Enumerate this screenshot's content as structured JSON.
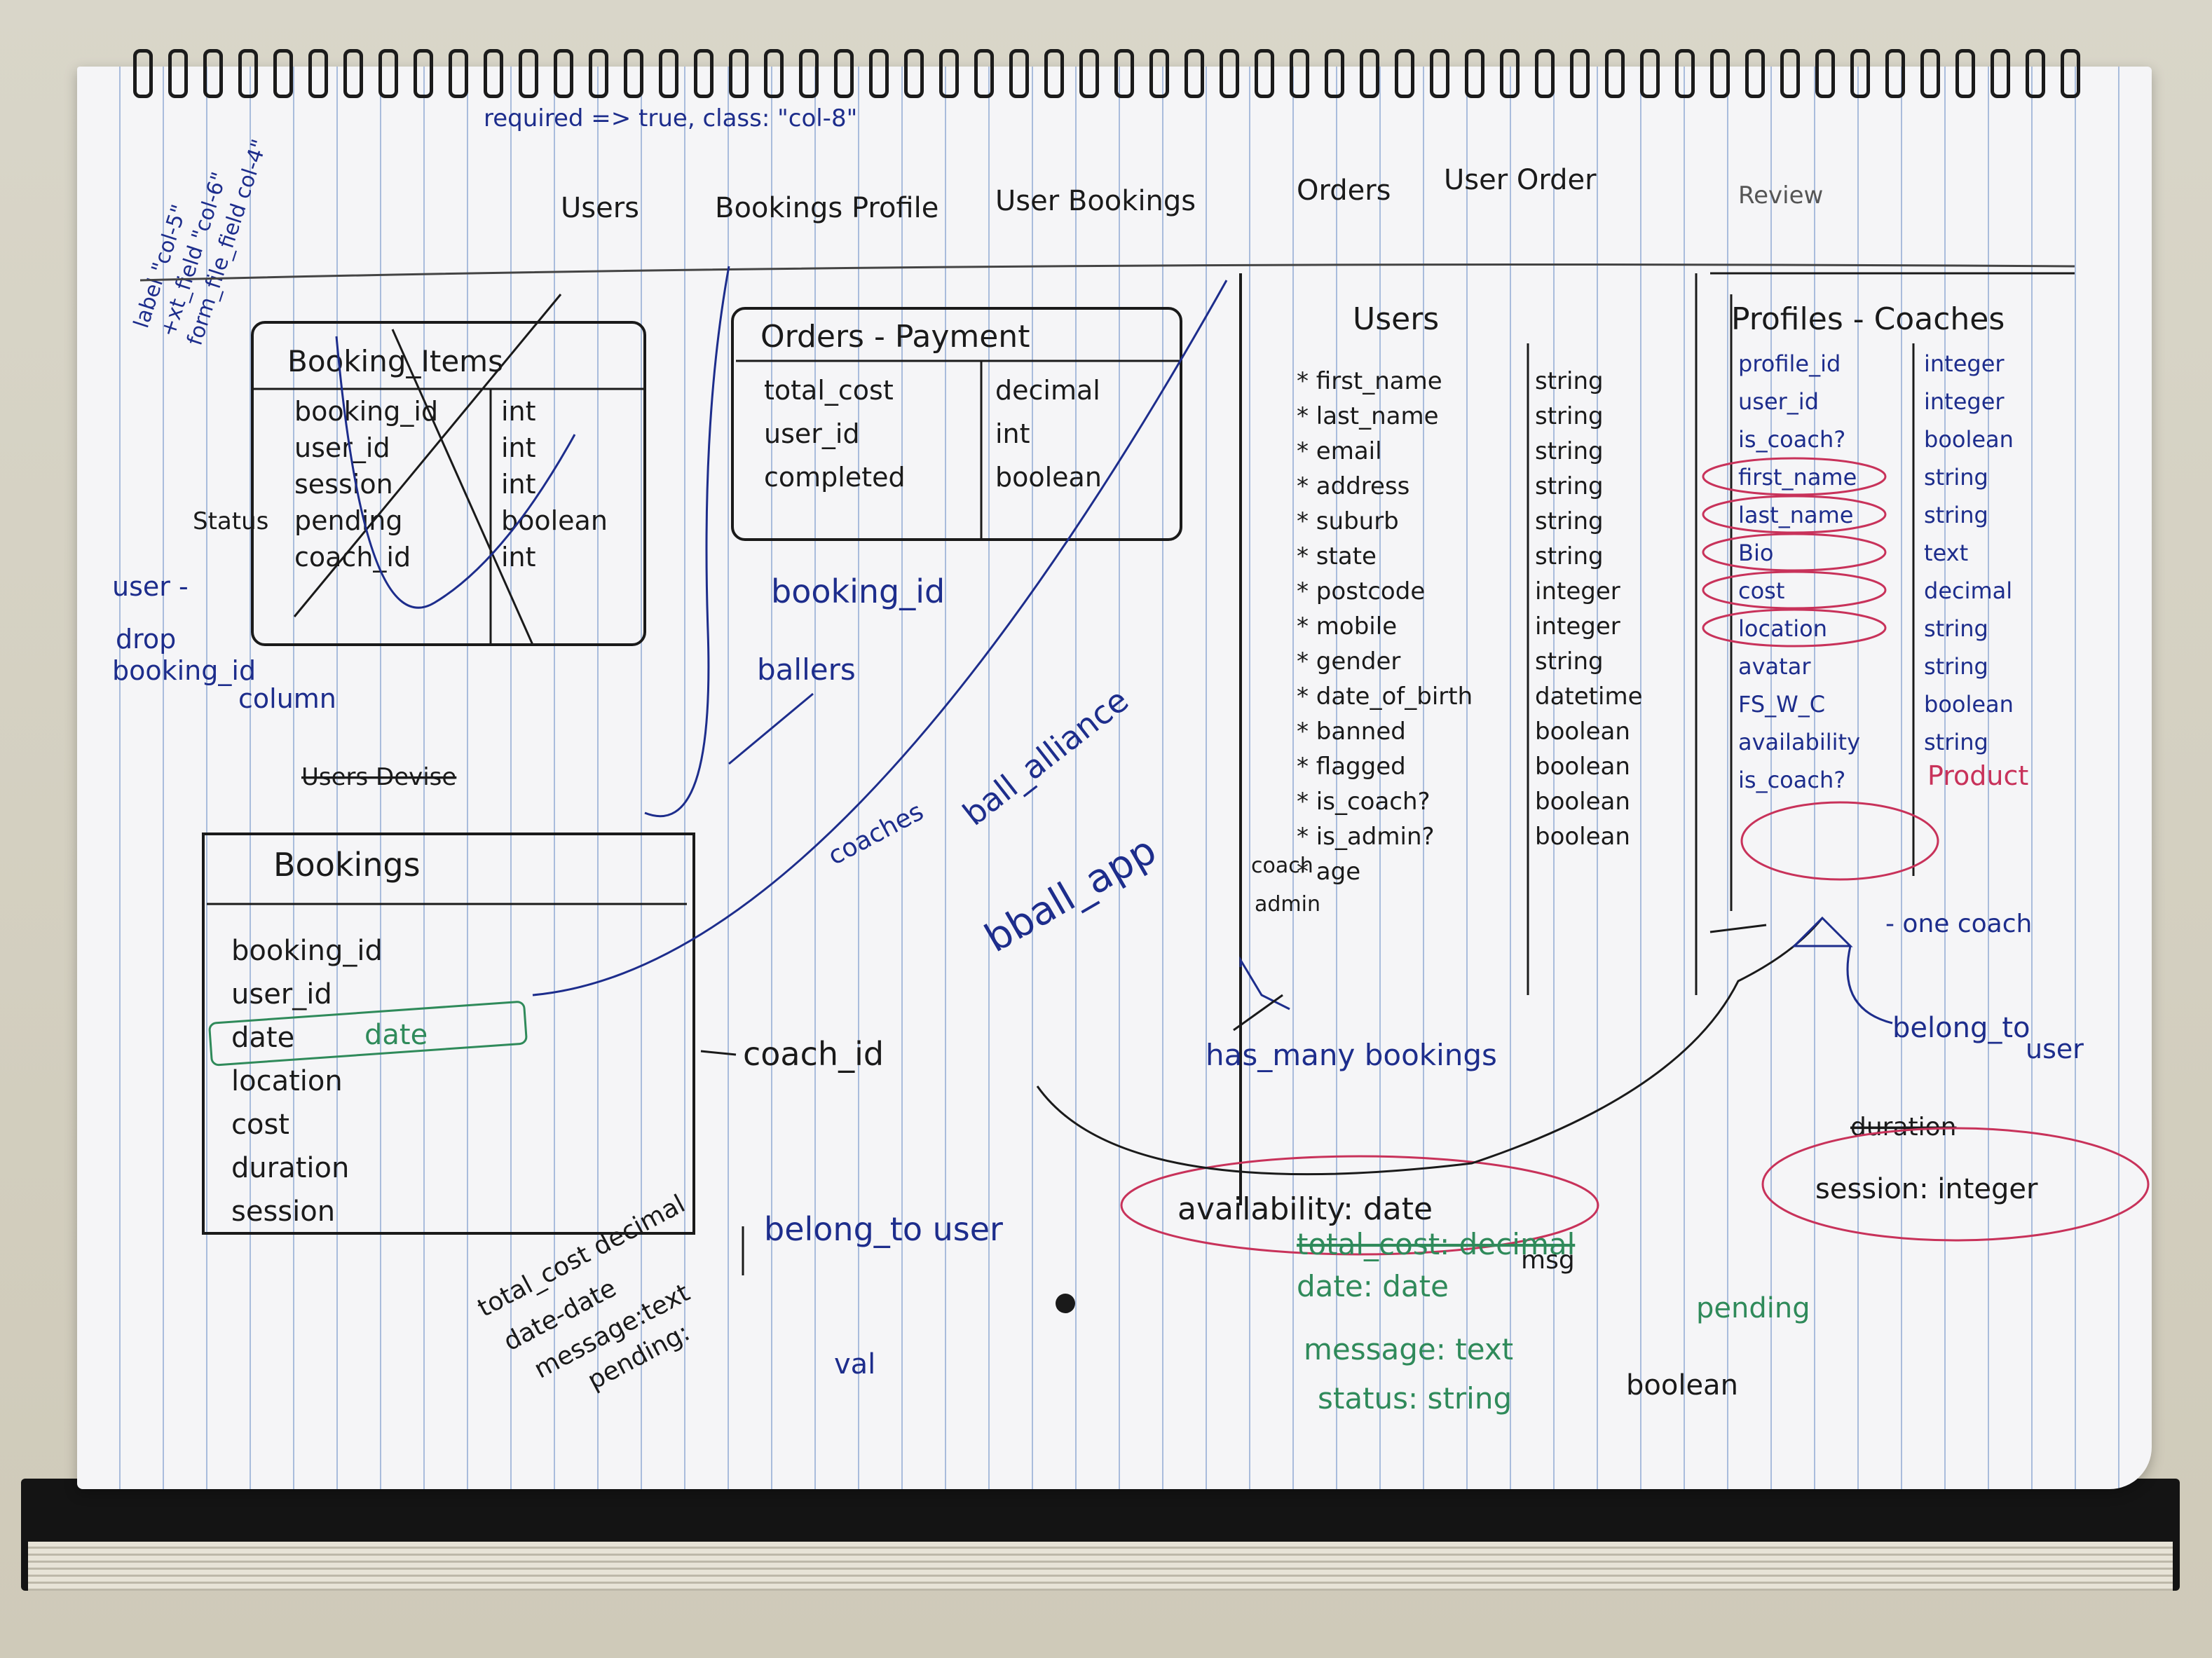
{
  "ink": {
    "blue": "#1d2d8c",
    "black": "#1a1a1a",
    "green": "#2f8a5a",
    "red": "#c8325a"
  },
  "header": {
    "note": "required => true, class: \"col-8\"",
    "margin_note": [
      "label \"col-5\"",
      "+xt_field \"col-6\"",
      "form_file_field col-4\""
    ],
    "tabs": [
      "Users",
      "Bookings Profile",
      "User Bookings",
      "Orders",
      "User Order",
      "Review"
    ]
  },
  "booking_items": {
    "title": "Booking_Items",
    "rows": [
      {
        "name": "booking_id",
        "type": "int"
      },
      {
        "name": "user_id",
        "type": "int"
      },
      {
        "name": "session",
        "type": "int"
      },
      {
        "name": "pending",
        "type": "boolean"
      },
      {
        "name": "coach_id",
        "type": "int"
      }
    ],
    "side_note": "Status",
    "drop_note": [
      "user -",
      "drop",
      "booking_id",
      "column"
    ]
  },
  "orders": {
    "title": "Orders - Payment",
    "rows": [
      {
        "name": "total_cost",
        "type": "decimal"
      },
      {
        "name": "user_id",
        "type": "int"
      },
      {
        "name": "completed",
        "type": "boolean"
      }
    ],
    "under_notes": [
      "booking_id",
      "ballers"
    ]
  },
  "users": {
    "title": "Users",
    "rows": [
      {
        "name": "first_name",
        "type": "string"
      },
      {
        "name": "last_name",
        "type": "string"
      },
      {
        "name": "email",
        "type": "string"
      },
      {
        "name": "address",
        "type": "string"
      },
      {
        "name": "suburb",
        "type": "string"
      },
      {
        "name": "state",
        "type": "string"
      },
      {
        "name": "postcode",
        "type": "integer"
      },
      {
        "name": "mobile",
        "type": "integer"
      },
      {
        "name": "gender",
        "type": "string"
      },
      {
        "name": "date_of_birth",
        "type": "datetime"
      },
      {
        "name": "banned",
        "type": "boolean"
      },
      {
        "name": "flagged",
        "type": "boolean"
      },
      {
        "name": "is_coach?",
        "type": "boolean"
      },
      {
        "name": "is_admin?",
        "type": "boolean"
      },
      {
        "name": "age",
        "type": ""
      }
    ],
    "role_labels": [
      "coach",
      "admin"
    ],
    "relation": "has_many bookings"
  },
  "profiles": {
    "title": "Profiles - Coaches",
    "rows": [
      {
        "name": "profile_id",
        "type": "integer"
      },
      {
        "name": "user_id",
        "type": "integer"
      },
      {
        "name": "is_coach?",
        "type": "boolean"
      },
      {
        "name": "first_name",
        "type": "string"
      },
      {
        "name": "last_name",
        "type": "string"
      },
      {
        "name": "Bio",
        "type": "text"
      },
      {
        "name": "cost",
        "type": "decimal"
      },
      {
        "name": "location",
        "type": "string"
      },
      {
        "name": "avatar",
        "type": "string"
      },
      {
        "name": "FS_W_C",
        "type": "boolean"
      },
      {
        "name": "availability",
        "type": "string"
      },
      {
        "name": "is_coach?",
        "type": ""
      }
    ],
    "product": "Product",
    "one_coach": "- one coach",
    "belong_to": [
      "belong_to",
      "user"
    ],
    "duration": "duration",
    "session": "session: integer"
  },
  "bookings": {
    "title": "Bookings",
    "rows": [
      "booking_id",
      "user_id",
      "date",
      "location",
      "cost",
      "duration",
      "session"
    ],
    "date_type": "date",
    "coach_id": "coach_id",
    "users_devise": "Users Devise"
  },
  "bottom": {
    "left_notes": [
      "total_cost decimal",
      "date-date",
      "message:text",
      "pending:"
    ],
    "belong_to": "belong_to user",
    "val": "val",
    "availability": "availability: date",
    "green_notes": [
      "total_cost: decimal",
      "date: date",
      "message: text",
      "status: string"
    ],
    "msg": "msg",
    "pending": "pending",
    "boolean": "boolean"
  },
  "app_notes": {
    "coaches": "coaches",
    "ball_alliance": "ball_alliance",
    "bball_app": "bball_app"
  }
}
